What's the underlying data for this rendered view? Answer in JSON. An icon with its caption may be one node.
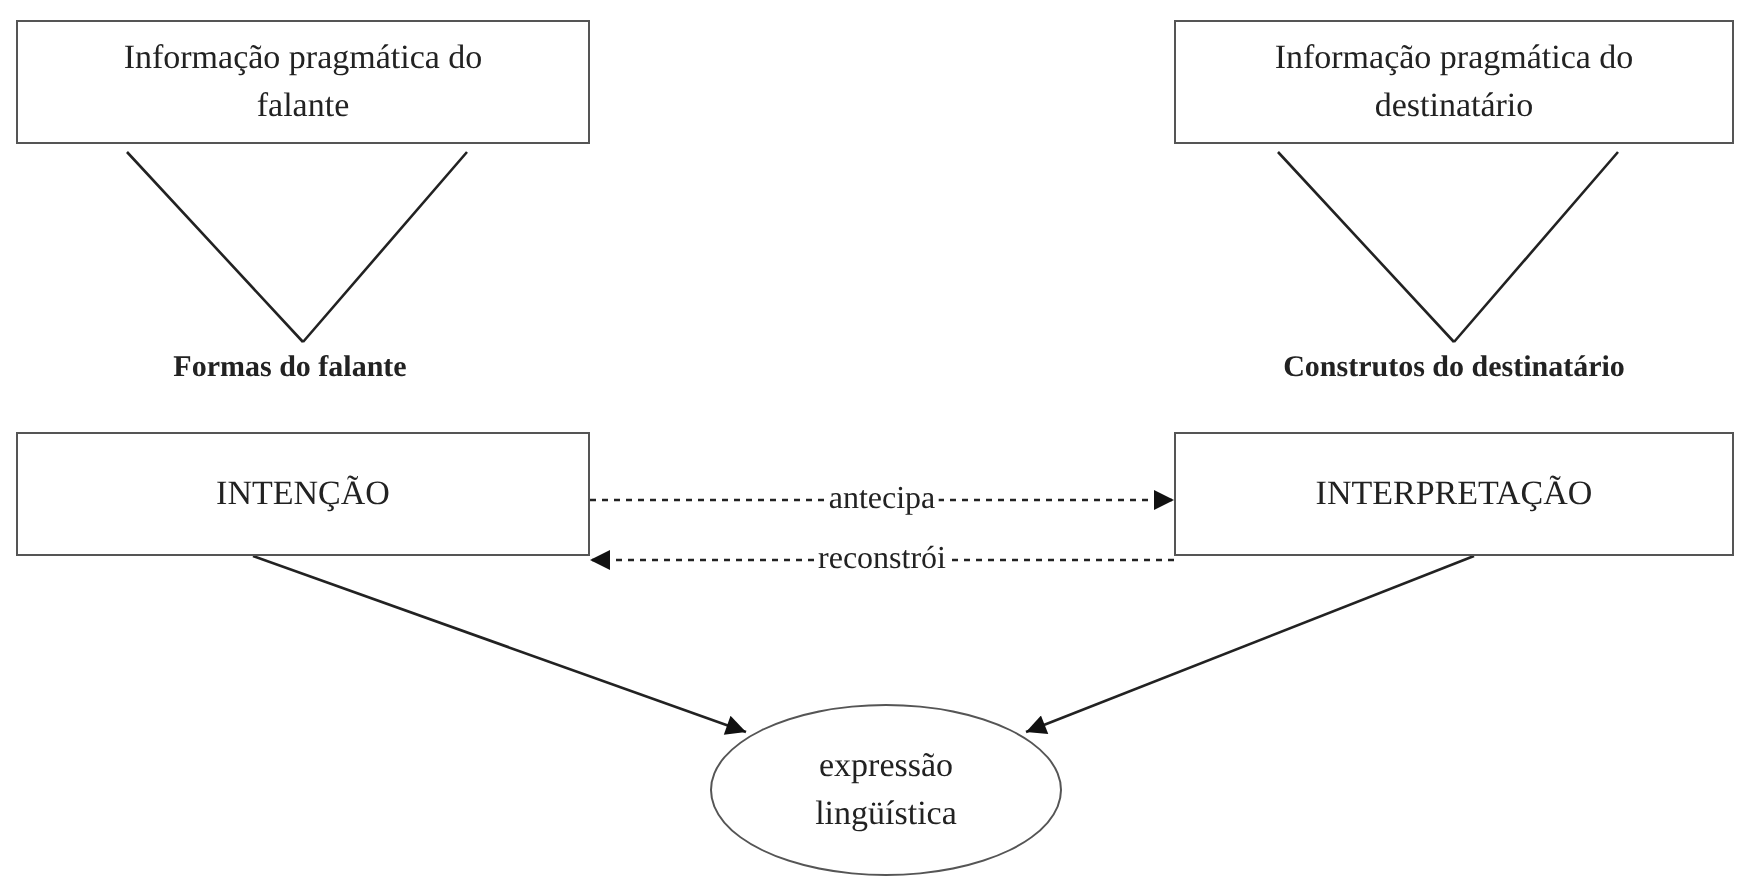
{
  "diagram": {
    "nodes": [
      {
        "text": [
          "Informação pragmática do falante"
        ]
      },
      {
        "text": [
          "Informação pragmática do destinatário"
        ]
      },
      {
        "text": [
          "Formas do falante"
        ]
      },
      {
        "text": [
          "Construtos do destinatário"
        ]
      },
      {
        "text": [
          "INTENÇÃO"
        ]
      },
      {
        "text": [
          "INTERPRETAÇÃO"
        ]
      },
      {
        "text": [
          "expressão lingüística"
        ]
      }
    ],
    "edges": [
      {
        "from": 0,
        "to": 2,
        "arrow": "none"
      },
      {
        "from": 1,
        "to": 3,
        "arrow": "none"
      },
      {
        "from": 4,
        "to": 5,
        "arrow": "to",
        "label": "antecipa",
        "style": "dashed"
      },
      {
        "from": 5,
        "to": 4,
        "arrow": "to",
        "label": "reconstrói",
        "style": "dashed"
      },
      {
        "from": 4,
        "to": 6,
        "arrow": "to"
      },
      {
        "from": 5,
        "to": 6,
        "arrow": "to"
      }
    ]
  }
}
